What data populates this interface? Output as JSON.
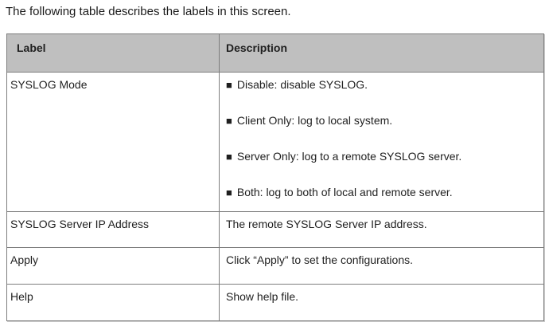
{
  "intro": "The following table describes the labels in this screen.",
  "bullet_char": "■",
  "colors": {
    "header_bg": "#bfbfbf",
    "border": "#7e7e7e",
    "text": "#1f1f1f"
  },
  "table": {
    "headers": {
      "label": "Label",
      "description": "Description"
    },
    "rows": [
      {
        "label": "SYSLOG Mode",
        "bullets": [
          "Disable: disable SYSLOG.",
          "Client Only: log to local system.",
          "Server Only: log to a remote SYSLOG server.",
          "Both: log to both of local and remote server."
        ]
      },
      {
        "label": "SYSLOG Server IP Address",
        "description": "The remote SYSLOG Server IP address."
      },
      {
        "label": "Apply",
        "description": "Click “Apply” to set the configurations."
      },
      {
        "label": "Help",
        "description": "Show help file."
      }
    ]
  }
}
